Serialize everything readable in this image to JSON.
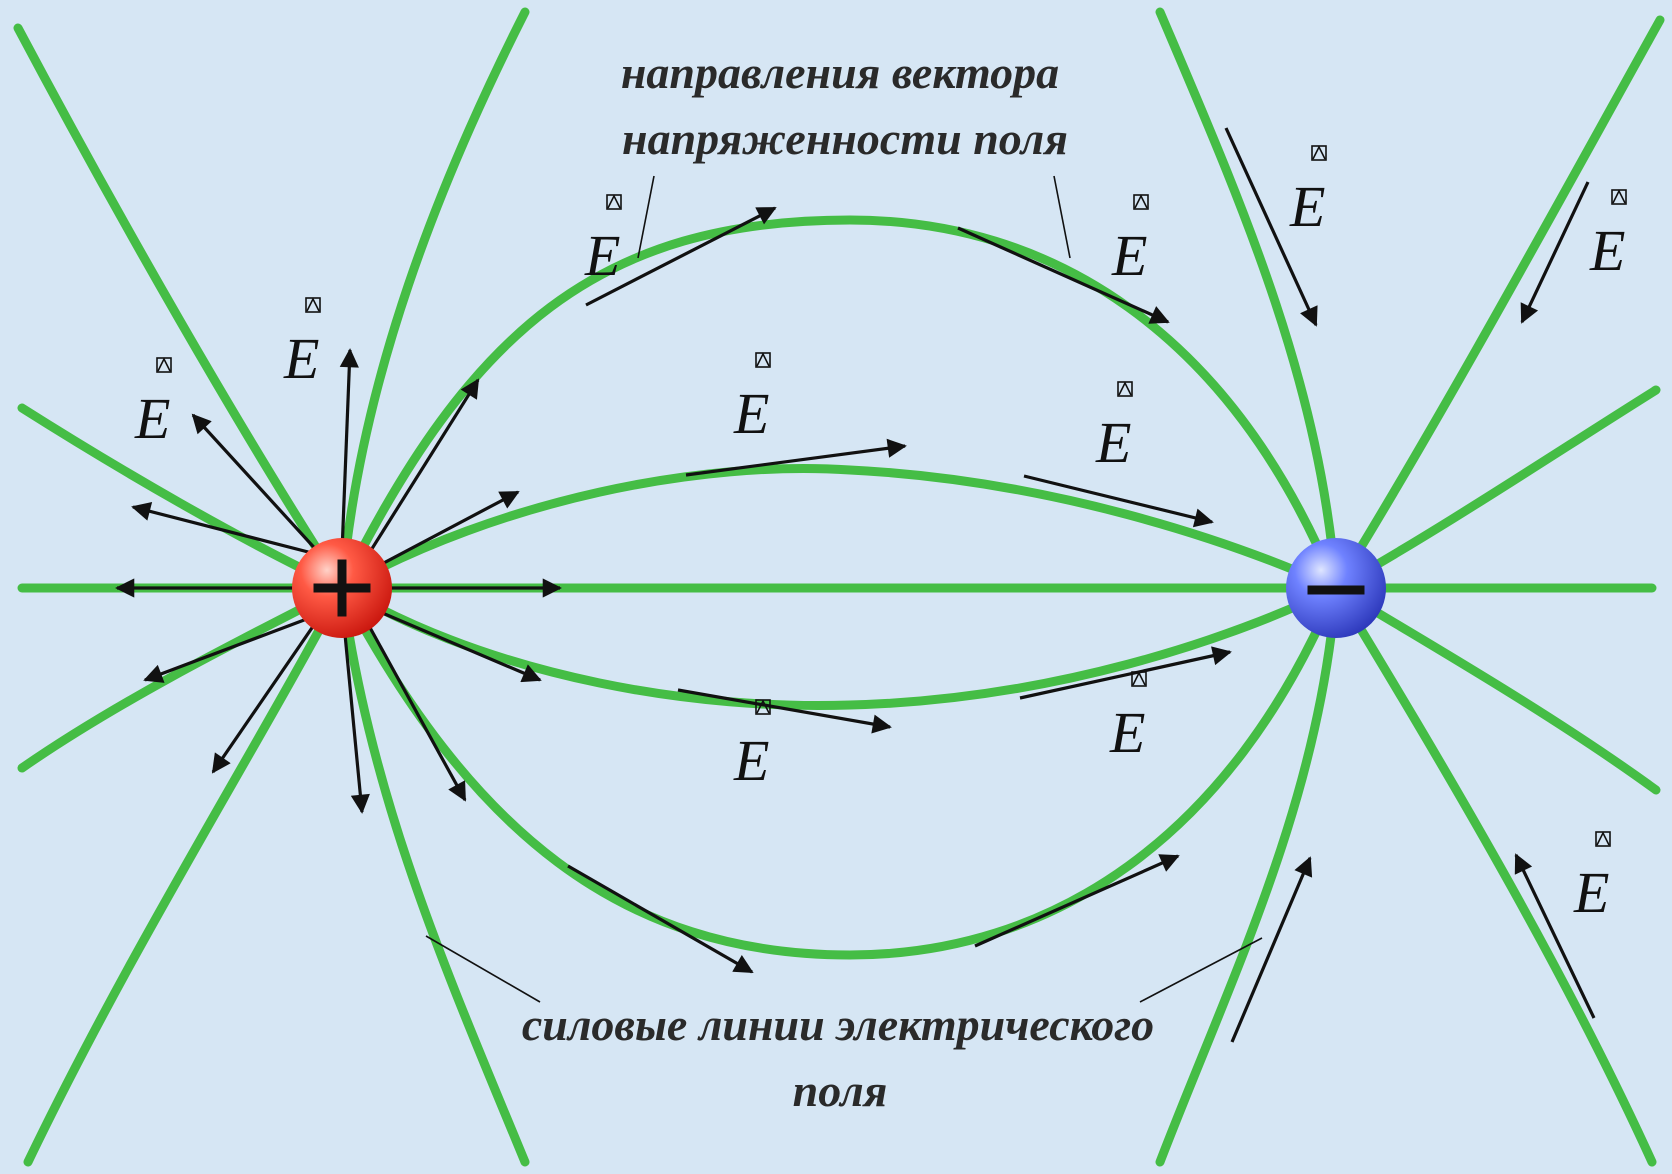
{
  "annotations": {
    "vector_caption_line1": "направления вектора",
    "vector_caption_line2": "напряженности поля",
    "field_caption_line1": "силовые линии электрического",
    "field_caption_line2": "поля"
  },
  "vector_symbol": "E",
  "charges": {
    "positive": {
      "sign": "+",
      "color": "#e8332a"
    },
    "negative": {
      "sign": "−",
      "color": "#4a5fe0"
    }
  },
  "colors": {
    "background": "#d6e6f4",
    "field_line": "#45bd45",
    "vector": "#111111"
  }
}
